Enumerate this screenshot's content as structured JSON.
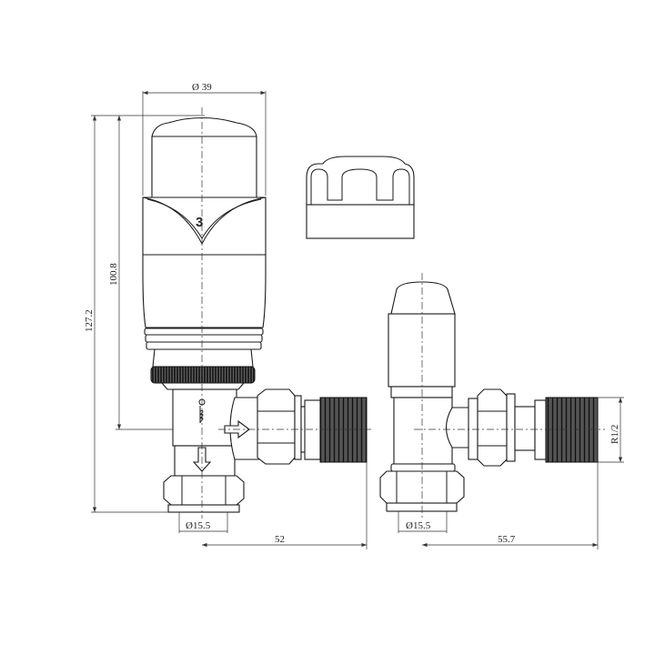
{
  "drawing": {
    "head_number": "3",
    "dimensions": {
      "head_diameter": "Ø 39",
      "overall_height": "127.2",
      "valve_height": "100.8",
      "left_pipe_diameter": "Ø15.5",
      "left_offset": "52",
      "right_pipe_diameter": "Ø15.5",
      "right_offset": "55.7",
      "thread_size": "R1/2"
    }
  }
}
